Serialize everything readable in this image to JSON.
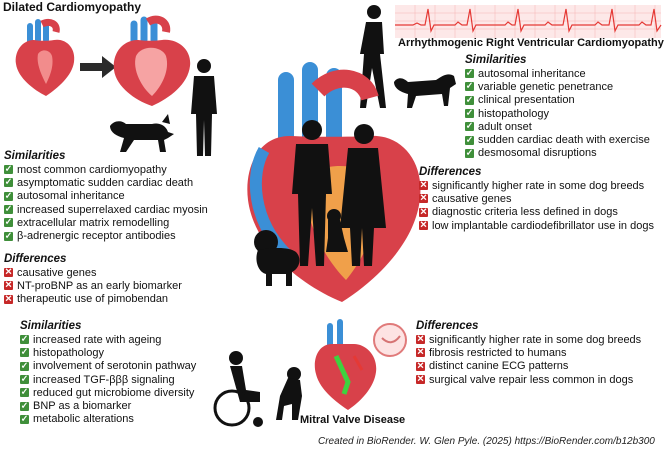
{
  "sections": {
    "dcm": {
      "title": "Dilated Cardiomyopathy",
      "similarities_title": "Similarities",
      "similarities": [
        "most common cardiomyopathy",
        "asymptomatic sudden cardiac death",
        "autosomal inheritance",
        "increased superrelaxed cardiac myosin",
        "extracellular matrix remodelling",
        "β-adrenergic receptor antibodies"
      ],
      "differences_title": "Differences",
      "differences": [
        "causative genes",
        "NT-proBNP as an early biomarker",
        "therapeutic use of pimobendan"
      ]
    },
    "arvc": {
      "title": "Arrhythmogenic Right Ventricular Cardiomyopathy",
      "similarities_title": "Similarities",
      "similarities": [
        "autosomal inheritance",
        "variable genetic penetrance",
        "clinical presentation",
        "histopathology",
        "adult onset",
        "sudden cardiac death with exercise",
        "desmosomal disruptions"
      ],
      "differences_title": "Differences",
      "differences": [
        "significantly higher rate in some dog breeds",
        "causative genes",
        "diagnostic criteria less defined in dogs",
        "low implantable cardiodefibrillator use in dogs"
      ]
    },
    "mvd": {
      "title": "Mitral Valve Disease",
      "similarities_title": "Similarities",
      "similarities": [
        "increased rate with ageing",
        "histopathology",
        "involvement of serotonin pathway",
        "increased TGF-βββ signaling",
        "reduced gut microbiome diversity",
        "BNP as a biomarker",
        "metabolic alterations"
      ],
      "differences_title": "Differences",
      "differences": [
        "significantly higher rate in some dog breeds",
        "fibrosis restricted to humans",
        "distinct canine ECG patterns",
        "surgical valve repair less common in dogs"
      ]
    }
  },
  "marks": {
    "check": "✓",
    "cross": "✕"
  },
  "credit": "Created in BioRender. W. Glen Pyle. (2025) https://BioRender.com/b12b300",
  "colors": {
    "check": "#3f8f3a",
    "cross": "#c62828",
    "heart_red": "#d8414a",
    "heart_blue": "#3b8fd6",
    "ecg": "#e53935"
  }
}
